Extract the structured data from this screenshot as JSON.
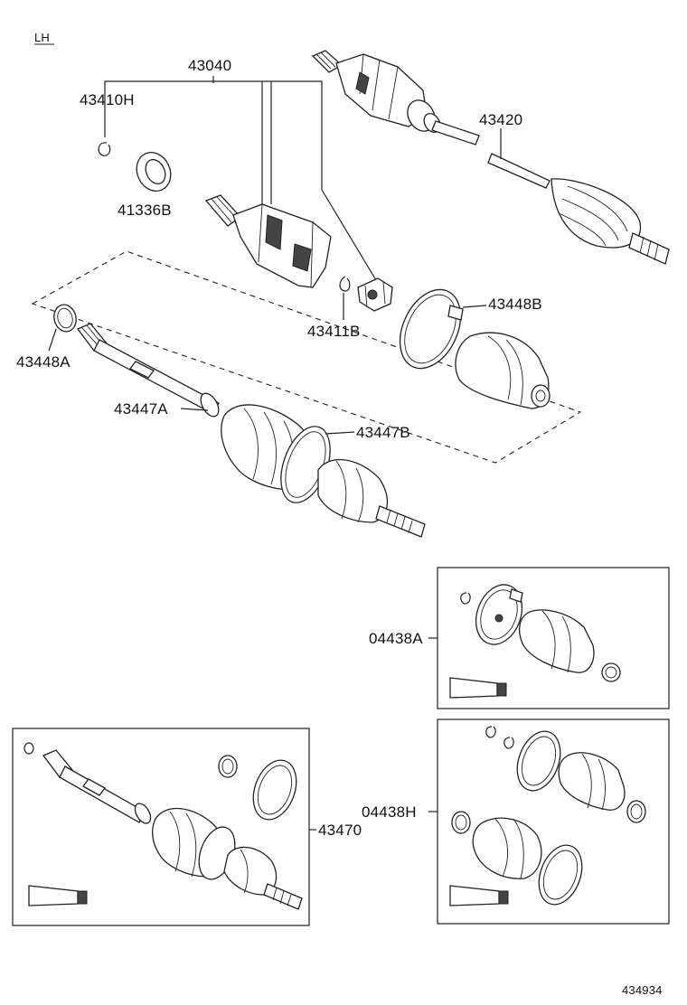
{
  "diagram": {
    "side_label": "LH",
    "figure_code": "434934",
    "parts": {
      "p43040": "43040",
      "p43410H": "43410H",
      "p41336B": "41336B",
      "p43420": "43420",
      "p43411B": "43411B",
      "p43448B": "43448B",
      "p43448A": "43448A",
      "p43447A": "43447A",
      "p43447B": "43447B",
      "p04438A": "04438A",
      "p04438H": "04438H",
      "p43470": "43470"
    }
  }
}
